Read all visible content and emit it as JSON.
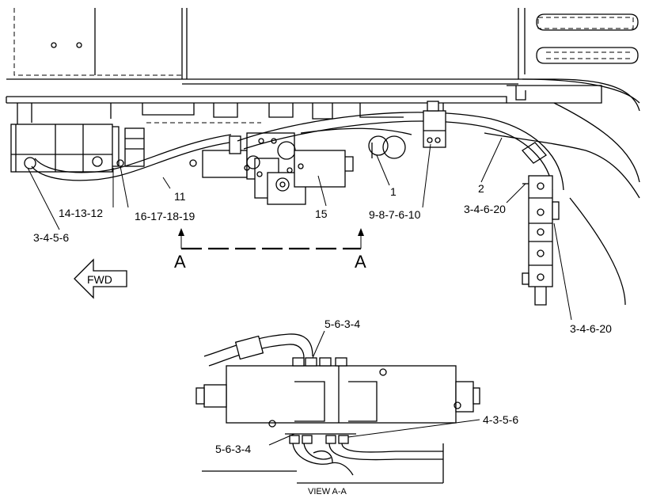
{
  "callouts": {
    "c_3_4_5_6_left": "3-4-5-6",
    "c_14_13_12": "14-13-12",
    "c_16_17_18_19": "16-17-18-19",
    "c_11": "11",
    "c_15": "15",
    "c_1": "1",
    "c_9_8_7_6_10": "9-8-7-6-10",
    "c_2": "2",
    "c_3_4_6_20_upper": "3-4-6-20",
    "c_3_4_6_20_lower": "3-4-6-20",
    "c_5_6_3_4_top": "5-6-3-4",
    "c_5_6_3_4_bottom": "5-6-3-4",
    "c_4_3_5_6": "4-3-5-6"
  },
  "section": {
    "left_letter": "A",
    "right_letter": "A",
    "view_caption": "VIEW A-A"
  },
  "direction_arrow": {
    "label": "FWD"
  }
}
